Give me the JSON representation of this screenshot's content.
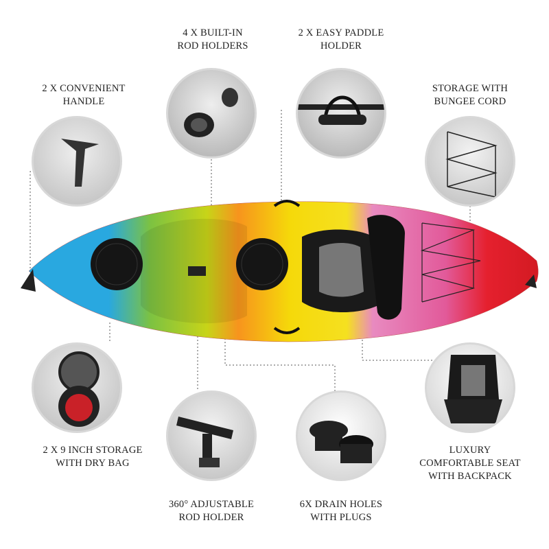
{
  "features": [
    {
      "id": "handle",
      "line1": "2 X CONVENIENT",
      "line2": "HANDLE",
      "icon": "handle-icon"
    },
    {
      "id": "rod-holders",
      "line1": "4 X BUILT-IN",
      "line2": "ROD HOLDERS",
      "icon": "flush-rod-holder-icon"
    },
    {
      "id": "paddle-holder",
      "line1": "2 X EASY PADDLE",
      "line2": "HOLDER",
      "icon": "paddle-holder-icon"
    },
    {
      "id": "bungee",
      "line1": "STORAGE WITH",
      "line2": "BUNGEE CORD",
      "icon": "bungee-cord-icon"
    },
    {
      "id": "dry-bag",
      "line1": "2 X 9 INCH STORAGE",
      "line2": "WITH DRY BAG",
      "icon": "hatch-dry-bag-icon"
    },
    {
      "id": "adjustable-rod",
      "line1": "360° ADJUSTABLE",
      "line2": "ROD HOLDER",
      "icon": "adjustable-rod-holder-icon"
    },
    {
      "id": "drain",
      "line1": "6X DRAIN HOLES",
      "line2": "WITH PLUGS",
      "icon": "drain-plug-icon"
    },
    {
      "id": "seat",
      "line1": "LUXURY",
      "line2": "COMFORTABLE SEAT",
      "line3": "WITH BACKPACK",
      "icon": "seat-icon"
    }
  ],
  "colors": {
    "blue": "#29a8e0",
    "green": "#7cc242",
    "yellow": "#f5d90a",
    "orange": "#f7941d",
    "pink": "#e88ac0",
    "red": "#e5202e"
  }
}
